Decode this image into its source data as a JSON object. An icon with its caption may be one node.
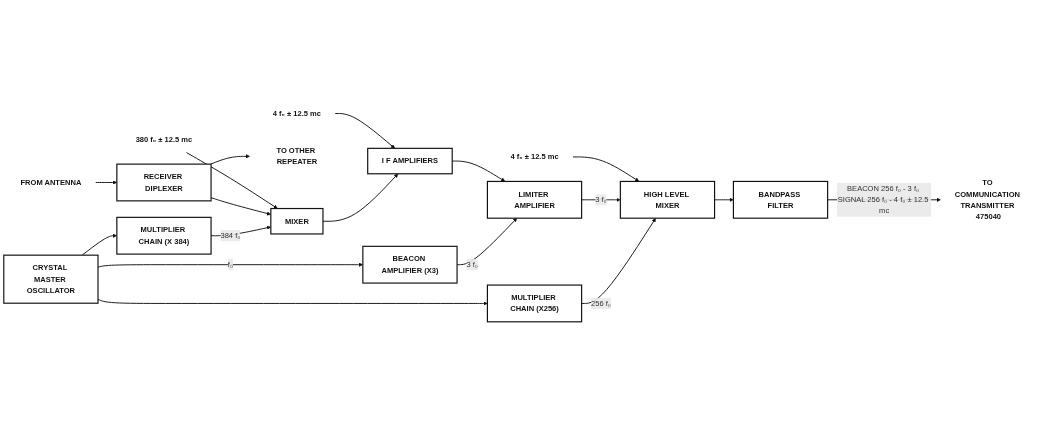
{
  "diagram": {
    "nodes": [
      {
        "text": [
          "CRYSTAL MASTER OSCILLATOR"
        ]
      },
      {
        "text": [
          "MULTIPLIER CHAIN (X 384)"
        ]
      },
      {
        "text": [
          "BEACON AMPLIFIER (X3)"
        ]
      },
      {
        "text": [
          "MULTIPLIER CHAIN (X256)"
        ]
      },
      {
        "text": [
          "FROM ANTENNA"
        ]
      },
      {
        "text": [
          "RECEIVER DIPLEXER"
        ]
      },
      {
        "text": [
          "MIXER"
        ]
      },
      {
        "text": [
          "I F AMPLIFIERS"
        ]
      },
      {
        "text": [
          "LIMITER AMPLIFIER"
        ]
      },
      {
        "text": [
          "HIGH LEVEL MIXER"
        ]
      },
      {
        "text": [
          "BANDPASS FILTER"
        ]
      },
      {
        "text": [
          "TO OTHER REPEATER"
        ]
      },
      {
        "text": [
          "380 f₀ ± 12.5 mc"
        ]
      },
      {
        "text": [
          "4 f₀ ± 12.5 mc"
        ]
      },
      {
        "text": [
          "4 f₀ ± 12.5 mc"
        ]
      },
      {
        "text": [
          "TO COMMUNICATION TRANSMITTER 475040"
        ]
      }
    ],
    "edges": [
      {
        "from": 0,
        "to": 1,
        "arrow": "to"
      },
      {
        "from": 0,
        "to": 2,
        "arrow": "to",
        "label": "f₀"
      },
      {
        "from": 0,
        "to": 3,
        "arrow": "to"
      },
      {
        "from": 1,
        "to": 6,
        "arrow": "to",
        "label": "384 f₀"
      },
      {
        "from": 2,
        "to": 8,
        "arrow": "to",
        "label": "3 f₀"
      },
      {
        "from": 3,
        "to": 9,
        "arrow": "to",
        "label": "256 f₀"
      },
      {
        "from": 4,
        "to": 5,
        "arrow": "to"
      },
      {
        "from": 5,
        "to": 6,
        "arrow": "to"
      },
      {
        "from": 5,
        "to": 11,
        "arrow": "to"
      },
      {
        "from": 12,
        "to": 6,
        "arrow": "to"
      },
      {
        "from": 6,
        "to": 7,
        "arrow": "to"
      },
      {
        "from": 13,
        "to": 7,
        "arrow": "to"
      },
      {
        "from": 7,
        "to": 8,
        "arrow": "to"
      },
      {
        "from": 8,
        "to": 9,
        "arrow": "to",
        "label": "3 f₀"
      },
      {
        "from": 14,
        "to": 9,
        "arrow": "to"
      },
      {
        "from": 9,
        "to": 10,
        "arrow": "to"
      },
      {
        "from": 10,
        "to": 15,
        "arrow": "to",
        "label": "BEACON 256 f₀ - 3 f₀ SIGNAL 256 f₀ - 4 f₀ ± 12.5 mc"
      }
    ]
  }
}
